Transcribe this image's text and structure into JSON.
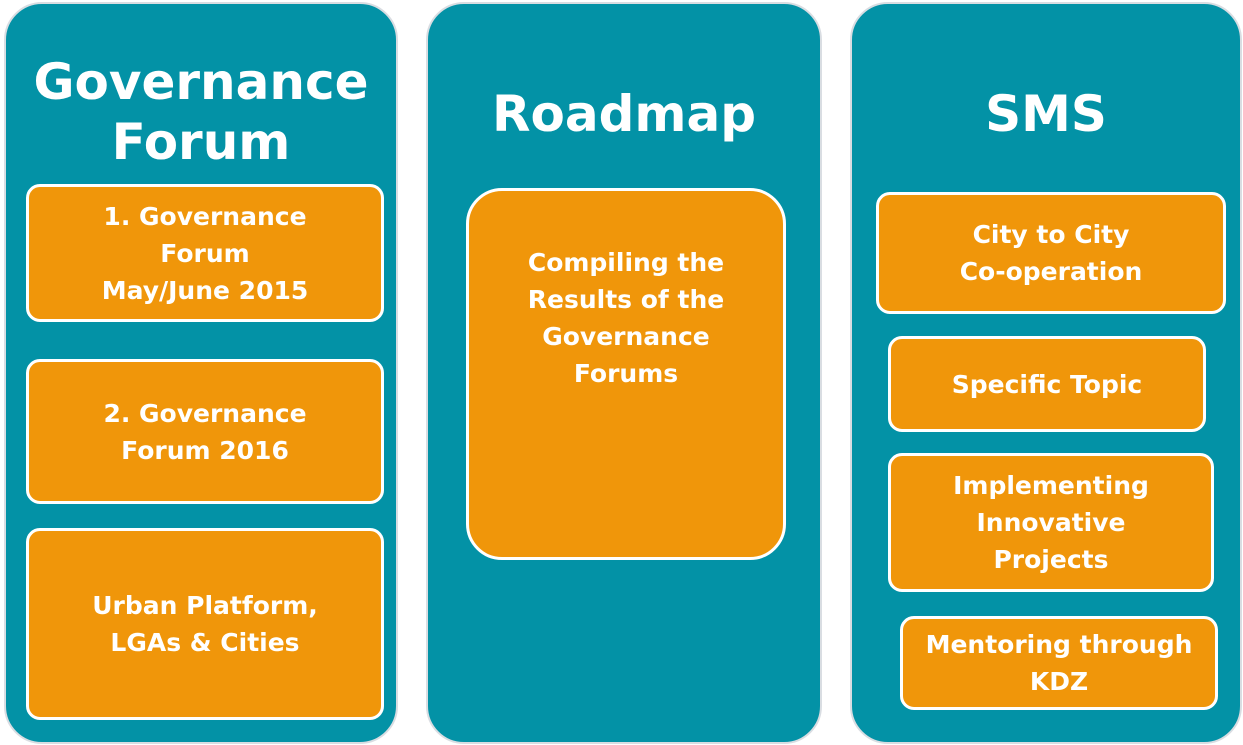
{
  "colors": {
    "column_fill": "#0392a6",
    "column_border": "#d9dde2",
    "box_fill": "#f0960a",
    "box_border": "#ffffff",
    "text": "#ffffff"
  },
  "columns": [
    {
      "title": "Governance\nForum",
      "boxes": [
        {
          "label": "1. Governance\nForum\nMay/June 2015"
        },
        {
          "label": "2. Governance\nForum 2016"
        },
        {
          "label": "Urban Platform,\nLGAs & Cities"
        }
      ]
    },
    {
      "title": "Roadmap",
      "boxes": [
        {
          "label": "Compiling the\nResults of the\nGovernance\nForums"
        }
      ]
    },
    {
      "title": "SMS",
      "boxes": [
        {
          "label": "City to City\nCo-operation"
        },
        {
          "label": "Specific Topic"
        },
        {
          "label": "Implementing\nInnovative\nProjects"
        },
        {
          "label": "Mentoring through\nKDZ"
        }
      ]
    }
  ]
}
